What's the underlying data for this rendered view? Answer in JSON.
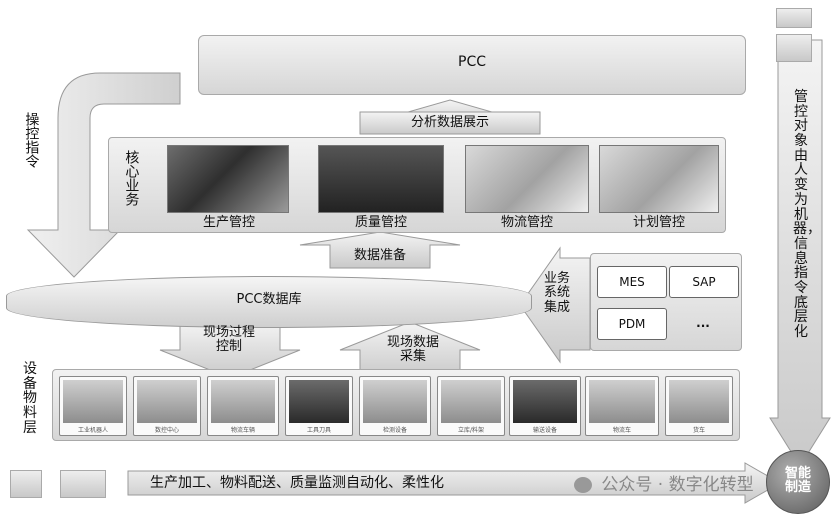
{
  "pcc_top": "PCC",
  "analysis_label": "分析数据展示",
  "core_business_label": "核心业务",
  "core_modules": [
    "生产管控",
    "质量管控",
    "物流管控",
    "计划管控"
  ],
  "data_prep_label": "数据准备",
  "database_label": "PCC数据库",
  "operation_cmd_label": "操控指令",
  "business_integration_label": "业务系统集成",
  "systems": [
    "MES",
    "SAP",
    "PDM",
    "..."
  ],
  "right_vertical_text": "管控对象由人变为机器，信息指令底层化",
  "field_control_label": "现场过程控制",
  "field_collect_label": "现场数据采集",
  "equipment_layer_label": "设备物料层",
  "equipment_captions": [
    "工业机器人",
    "数控中心",
    "物流车辆",
    "工具刀具",
    "检测设备",
    "立库/料架",
    "输送设备",
    "物流车",
    "货车"
  ],
  "bottom_banner": "生产加工、物料配送、质量监测自动化、柔性化",
  "smart_mfg_label": "智能制造",
  "watermark": "公众号 · 数字化转型",
  "icons": {
    "watermark_logo": "wechat-icon"
  }
}
